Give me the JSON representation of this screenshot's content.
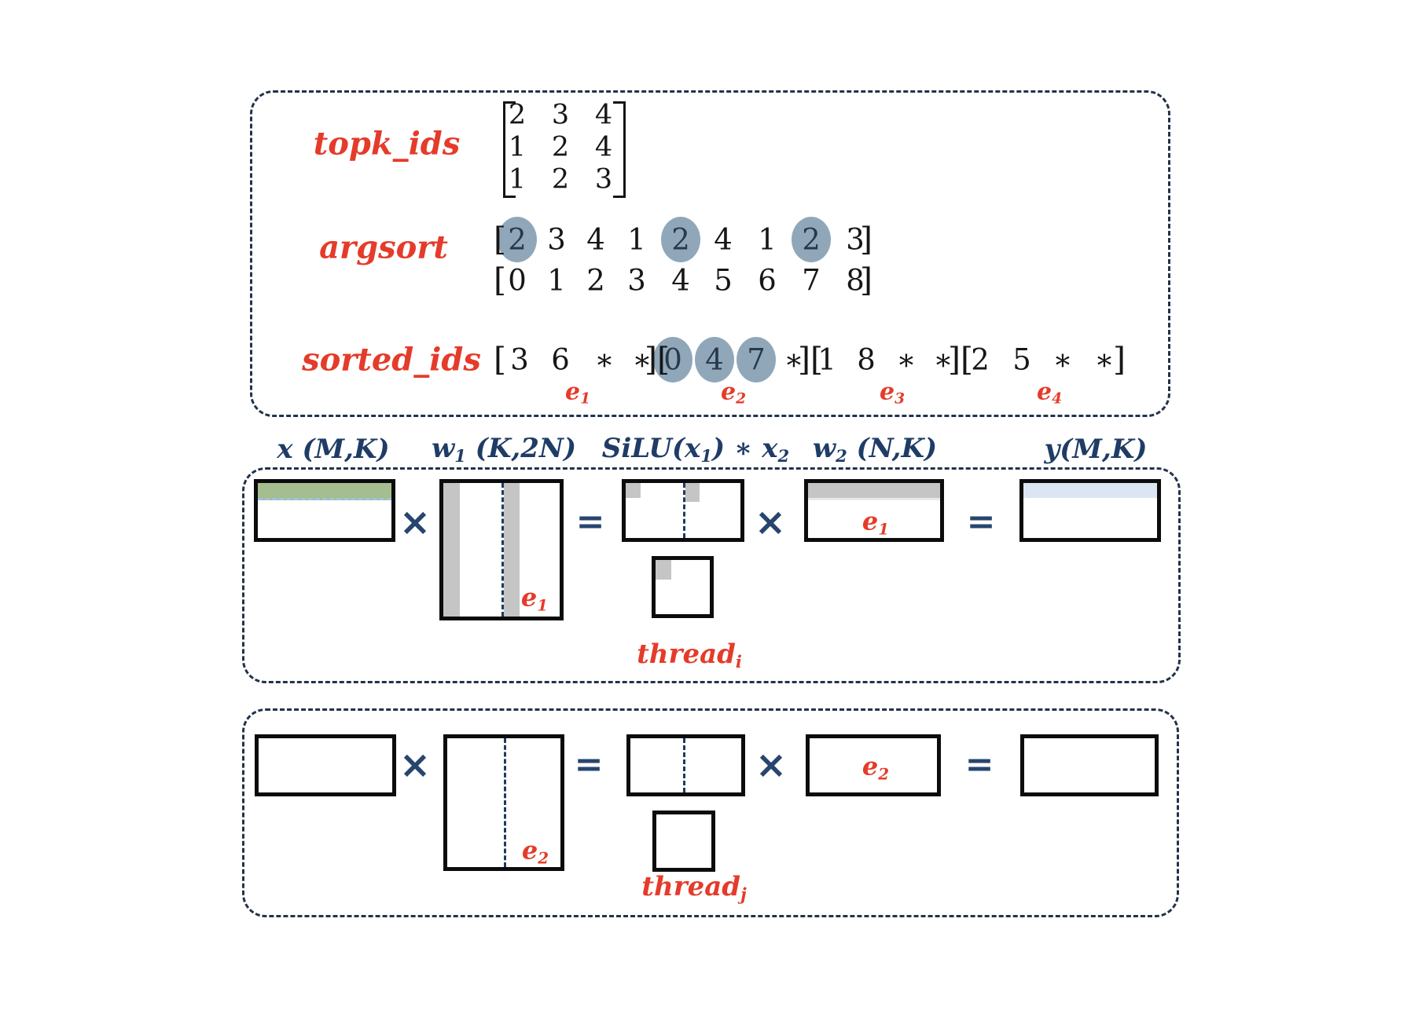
{
  "colors": {
    "label_red": "#e53b2a",
    "header_navy": "#1f3c66",
    "operator_navy": "#27466e",
    "dashed_border": "#223349",
    "circle_fill": "#90a7ba",
    "green_band": "#a5bd8f",
    "blue_dashed_line": "#9cc3e6",
    "gray_fill": "#c5c5c5",
    "lightblue_band": "#dbe6f2"
  },
  "sort_panel": {
    "topk_label": "topk_ids",
    "topk_matrix": [
      [
        "2",
        "3",
        "4"
      ],
      [
        "1",
        "2",
        "4"
      ],
      [
        "1",
        "2",
        "3"
      ]
    ],
    "argsort_label": "argsort",
    "argsort_values": [
      "2",
      "3",
      "4",
      "1",
      "2",
      "4",
      "1",
      "2",
      "3"
    ],
    "argsort_circled": [
      0,
      4,
      7
    ],
    "argsort_indices": [
      "0",
      "1",
      "2",
      "3",
      "4",
      "5",
      "6",
      "7",
      "8"
    ],
    "sorted_label": "sorted_ids",
    "sorted_groups": [
      {
        "values": [
          "3",
          "6",
          "∗",
          "∗"
        ],
        "circled": []
      },
      {
        "values": [
          "0",
          "4",
          "7",
          "∗"
        ],
        "circled": [
          0,
          1,
          2
        ]
      },
      {
        "values": [
          "1",
          "8",
          "∗",
          "∗"
        ],
        "circled": []
      },
      {
        "values": [
          "2",
          "5",
          "∗",
          "∗"
        ],
        "circled": []
      }
    ],
    "expert_labels": [
      [
        {
          "t": "e"
        },
        {
          "t": "1",
          "sub": true
        }
      ],
      [
        {
          "t": "e"
        },
        {
          "t": "2",
          "sub": true
        }
      ],
      [
        {
          "t": "e"
        },
        {
          "t": "3",
          "sub": true
        }
      ],
      [
        {
          "t": "e"
        },
        {
          "t": "4",
          "sub": true
        }
      ]
    ]
  },
  "headers": [
    [
      {
        "t": "x (M,K)"
      }
    ],
    [
      {
        "t": "w"
      },
      {
        "t": "1",
        "sub": true
      },
      {
        "t": " (K,2N)"
      }
    ],
    [
      {
        "t": "SiLU(x"
      },
      {
        "t": "1",
        "sub": true
      },
      {
        "t": ") ∗ x"
      },
      {
        "t": "2",
        "sub": true
      }
    ],
    [
      {
        "t": "w"
      },
      {
        "t": "2",
        "sub": true
      },
      {
        "t": " (N,K)"
      }
    ],
    [
      {
        "t": "y(M,K)"
      }
    ]
  ],
  "operators": {
    "times": "×",
    "equals": "="
  },
  "middle_panel": {
    "w1_expert": [
      {
        "t": "e"
      },
      {
        "t": "1",
        "sub": true
      }
    ],
    "w2_expert": [
      {
        "t": "e"
      },
      {
        "t": "1",
        "sub": true
      }
    ],
    "thread": [
      {
        "t": "thread"
      },
      {
        "t": "i",
        "sub": true
      }
    ]
  },
  "bottom_panel": {
    "w1_expert": [
      {
        "t": "e"
      },
      {
        "t": "2",
        "sub": true
      }
    ],
    "w2_expert": [
      {
        "t": "e"
      },
      {
        "t": "2",
        "sub": true
      }
    ],
    "thread": [
      {
        "t": "thread"
      },
      {
        "t": "j",
        "sub": true
      }
    ]
  }
}
